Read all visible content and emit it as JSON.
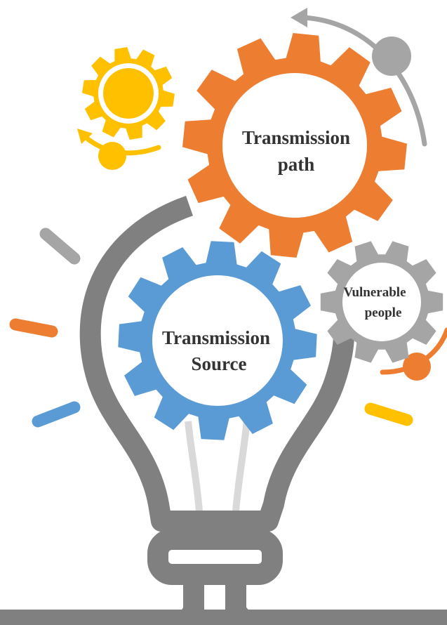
{
  "diagram": {
    "gears": {
      "path": {
        "line1": "Transmission",
        "line2": "path",
        "color": "#ED7D31"
      },
      "source": {
        "line1": "Transmission",
        "line2": "Source",
        "color": "#5B9BD5"
      },
      "vulnerable": {
        "line1": "Vulnerable",
        "line2": "people",
        "color": "#A5A5A5"
      },
      "sun": {
        "color": "#FFC000"
      }
    },
    "bulb_color": "#808080",
    "filament_color": "#D9D9D9",
    "icons": [
      "lightbulb-icon",
      "gear-icon",
      "sun-icon",
      "rotation-arrow-icon"
    ]
  }
}
